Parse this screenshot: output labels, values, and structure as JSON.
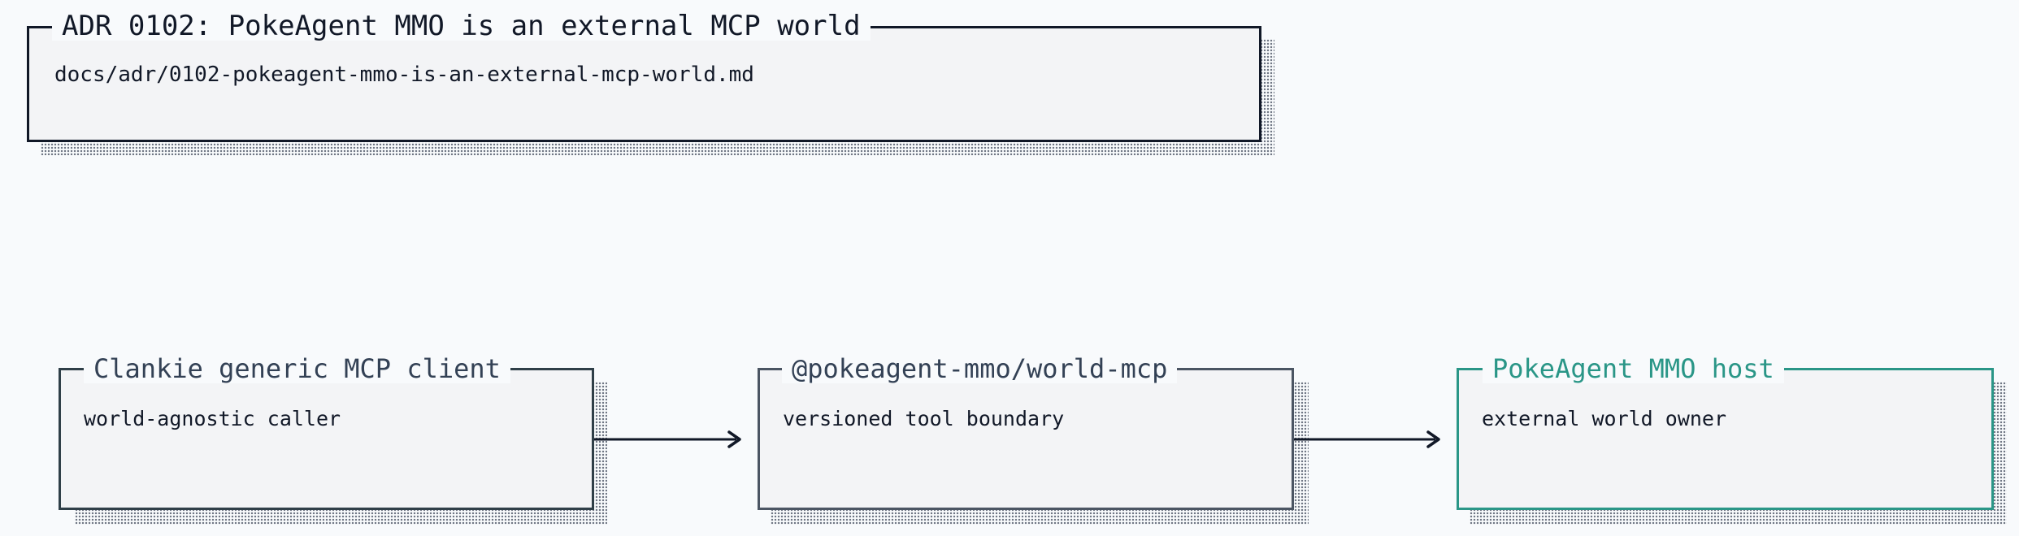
{
  "adr": {
    "title": "ADR 0102: PokeAgent MMO is an external MCP world",
    "path": "docs/adr/0102-pokeagent-mmo-is-an-external-mcp-world.md"
  },
  "nodes": [
    {
      "title": "Clankie generic MCP client",
      "subtitle": "world-agnostic caller",
      "border_color": "#2f3f48"
    },
    {
      "title": "@pokeagent-mmo/world-mcp",
      "subtitle": "versioned tool boundary",
      "border_color": "#4b5563"
    },
    {
      "title": "PokeAgent MMO host",
      "subtitle": "external world owner",
      "border_color": "#2a9687"
    }
  ]
}
